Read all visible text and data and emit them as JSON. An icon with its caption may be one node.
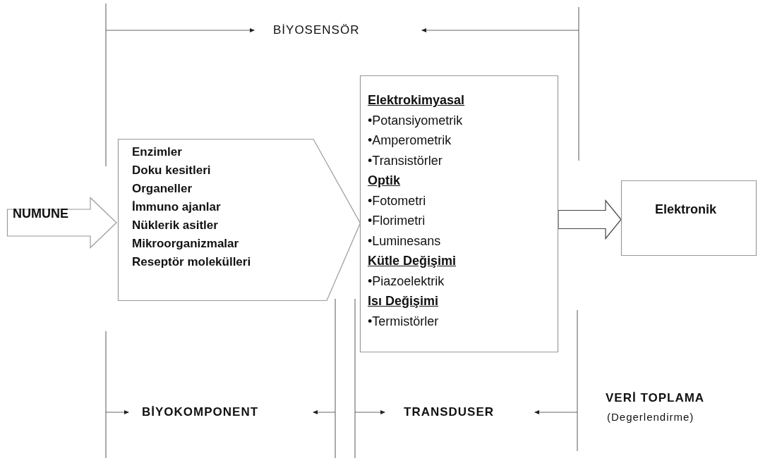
{
  "diagram": {
    "nodes": [
      {
        "text": [
          "NUMUNE"
        ]
      },
      {
        "text": [
          "Enzimler",
          "Doku kesitleri",
          "Organeller",
          "İmmuno ajanlar",
          "Nüklerik asitler",
          "Mikroorganizmalar",
          "Reseptör molekülleri"
        ]
      },
      {
        "text": [
          "Elektrokimyasal",
          "•Potansiyometrik",
          "•Amperometrik",
          "•Transistörler",
          "Optik",
          "•Fotometri",
          "•Florimetri",
          "•Luminesans",
          "Kütle Değişimi",
          "•Piazoelektrik",
          "Isı Değişimi",
          "•Termistörler"
        ]
      },
      {
        "text": [
          "Elektronik"
        ]
      }
    ],
    "edges": [
      {
        "from": 2,
        "to": 3,
        "arrow": "to",
        "style": "thick"
      }
    ],
    "labels": [
      "BİYOSENSÖR",
      "BİYOKOMPONENT",
      "TRANSDUSER",
      "VERİ TOPLAMA",
      "(Degerlendirme)"
    ]
  }
}
